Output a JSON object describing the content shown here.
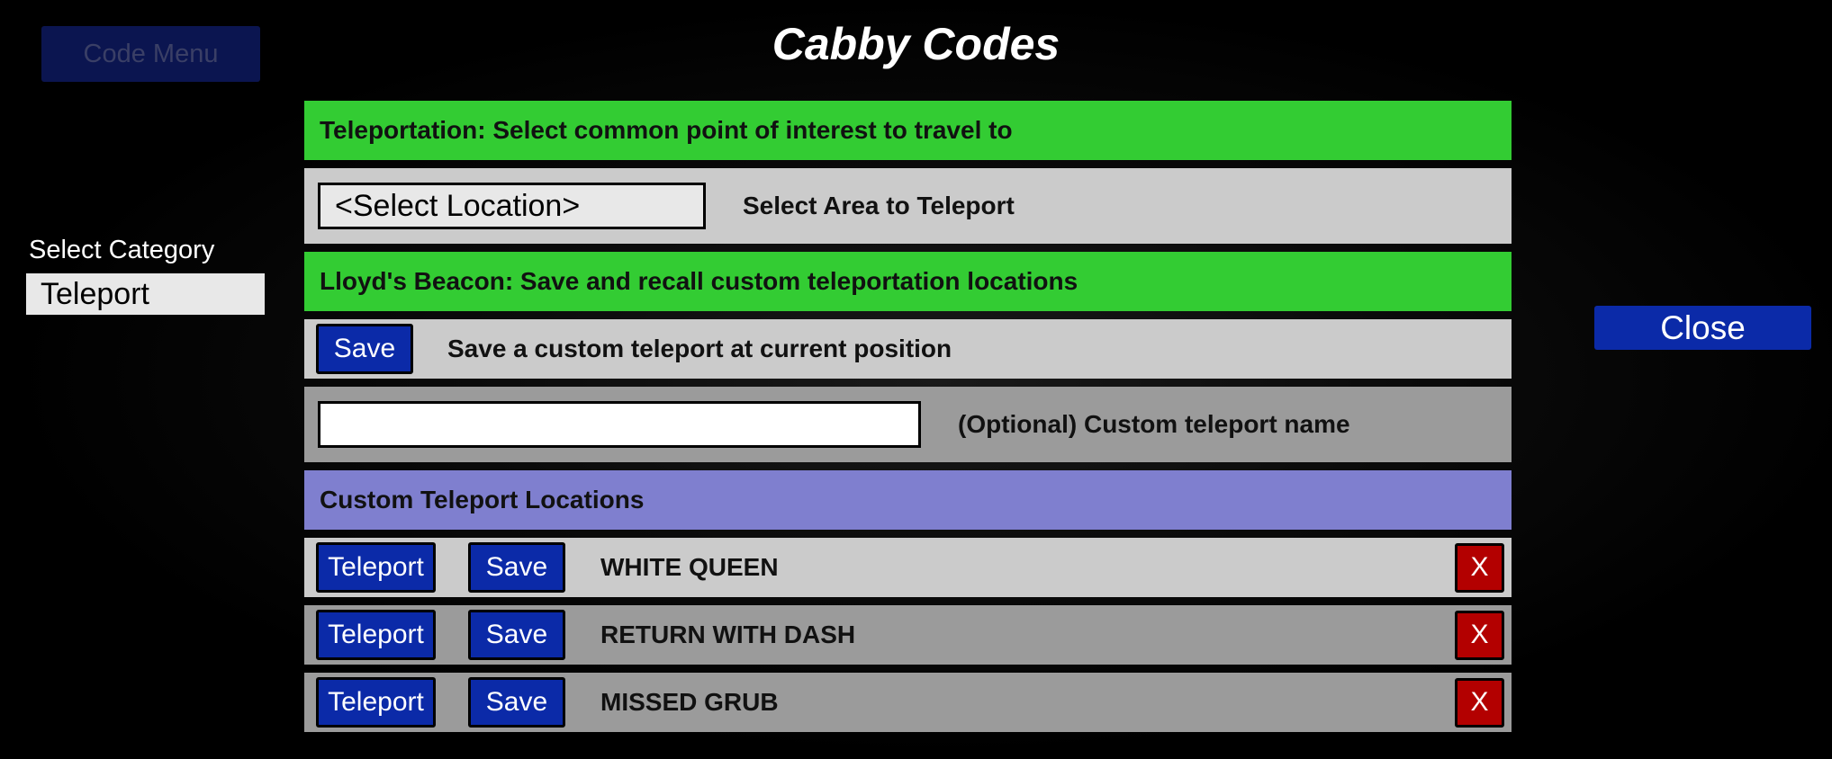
{
  "title": "Cabby Codes",
  "code_menu_label": "Code Menu",
  "category": {
    "label": "Select Category",
    "selected": "Teleport"
  },
  "close_label": "Close",
  "teleportation": {
    "header": "Teleportation: Select common point of interest to travel to",
    "location_select": "<Select Location>",
    "location_hint": "Select Area to Teleport"
  },
  "beacon": {
    "header": "Lloyd's Beacon: Save and recall custom teleportation locations",
    "save_label": "Save",
    "save_hint": "Save a custom teleport at current position",
    "name_value": "",
    "name_hint": "(Optional) Custom teleport name"
  },
  "custom": {
    "header": "Custom Teleport Locations",
    "teleport_label": "Teleport",
    "save_label": "Save",
    "delete_label": "X",
    "locations": [
      "WHITE QUEEN",
      "RETURN WITH DASH",
      "MISSED GRUB"
    ]
  },
  "colors": {
    "header_green": "#33cc33",
    "header_purple": "#7f7fcf",
    "button_blue": "#0b2aa8",
    "delete_red": "#b30000"
  }
}
